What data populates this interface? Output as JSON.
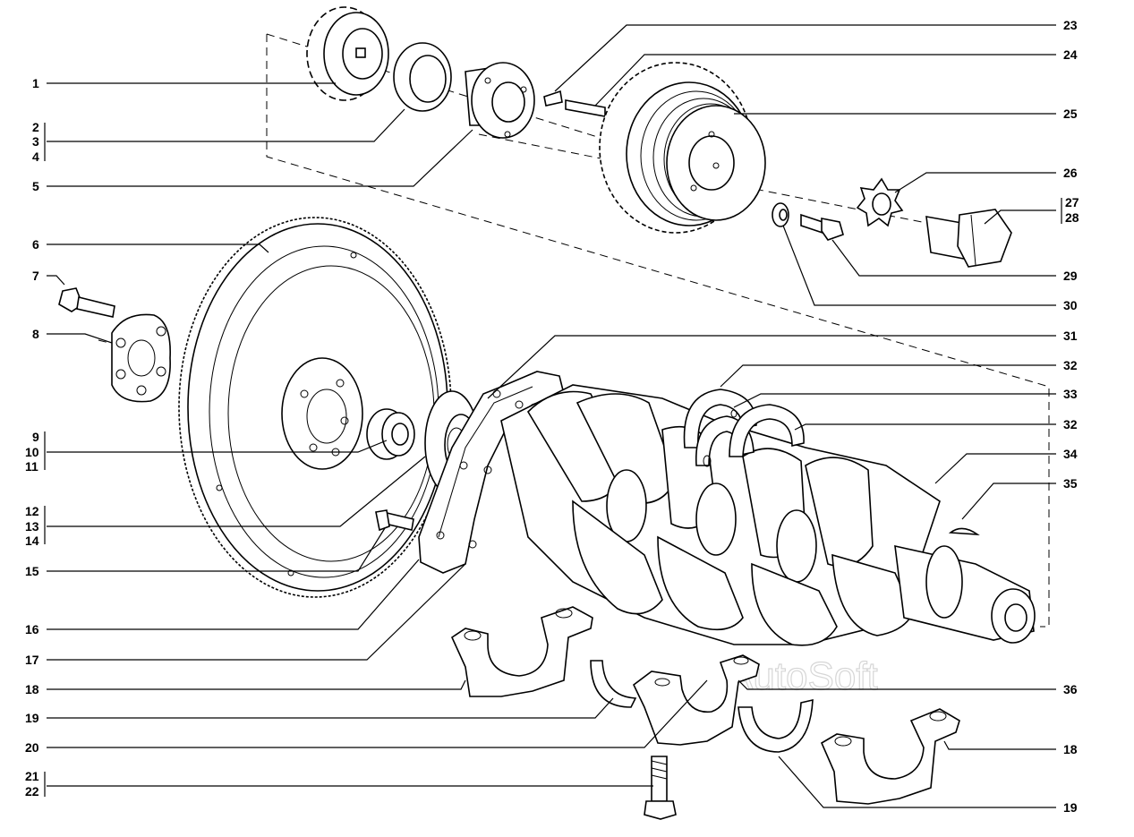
{
  "watermark": "AutoSoft",
  "labels": {
    "l1": "1",
    "l2": "2",
    "l3": "3",
    "l4": "4",
    "l5": "5",
    "l6": "6",
    "l7": "7",
    "l8": "8",
    "l9": "9",
    "l10": "10",
    "l11": "11",
    "l12": "12",
    "l13": "13",
    "l14": "14",
    "l15": "15",
    "l16": "16",
    "l17": "17",
    "l18": "18",
    "l19": "19",
    "l20": "20",
    "l21": "21",
    "l22": "22",
    "l23": "23",
    "l24": "24",
    "l25": "25",
    "l26": "26",
    "l27": "27",
    "l28": "28",
    "l29": "29",
    "l30": "30",
    "l31": "31",
    "l32": "32",
    "l33": "33",
    "l34": "34",
    "l35": "35",
    "l36": "36",
    "l18b": "18",
    "l19b": "19",
    "l32b": "32"
  }
}
